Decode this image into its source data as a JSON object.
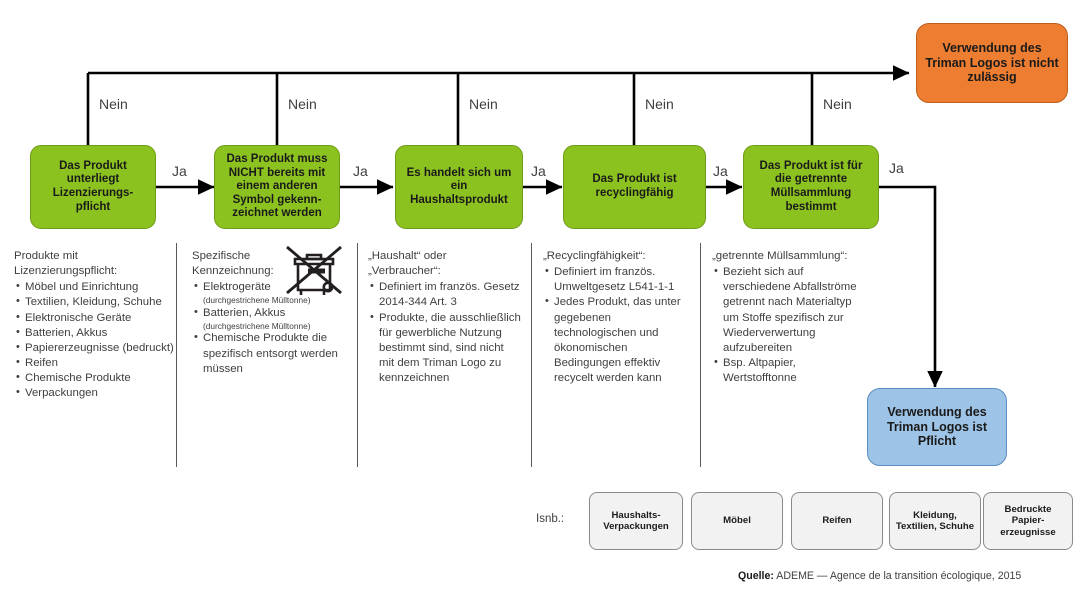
{
  "flow": {
    "decisions": [
      {
        "id": "d1",
        "text": "Das Produkt unterliegt Lizenzierungs-pflicht"
      },
      {
        "id": "d2",
        "text": "Das Produkt muss NICHT bereits mit einem anderen Symbol gekenn-zeichnet werden"
      },
      {
        "id": "d3",
        "text": "Es handelt sich um ein Haushaltsprodukt"
      },
      {
        "id": "d4",
        "text": "Das Produkt ist recyclingfähig"
      },
      {
        "id": "d5",
        "text": "Das Produkt ist für die getrennte Müllsammlung bestimmt"
      }
    ],
    "yes_labels": [
      "Ja",
      "Ja",
      "Ja",
      "Ja",
      "Ja"
    ],
    "no_labels": [
      "Nein",
      "Nein",
      "Nein",
      "Nein",
      "Nein"
    ],
    "outcome_negative": "Verwendung des Triman Logos ist nicht zulässig",
    "outcome_positive": "Verwendung des Triman Logos ist Pflicht",
    "colors": {
      "decision": "#8CC220",
      "negative": "#ED7D31",
      "positive": "#9DC3E6",
      "line": "#000000",
      "text": "#3f3f3f"
    }
  },
  "columns": [
    {
      "id": "col1",
      "head": "Produkte mit Lizenzierungspflicht:",
      "items": [
        {
          "text": "Möbel und Einrichtung"
        },
        {
          "text": "Textilien, Kleidung, Schuhe"
        },
        {
          "text": "Elektronische Geräte"
        },
        {
          "text": "Batterien, Akkus"
        },
        {
          "text": "Papiererzeugnisse (bedruckt)"
        },
        {
          "text": "Reifen"
        },
        {
          "text": "Chemische Produkte"
        },
        {
          "text": "Verpackungen"
        }
      ]
    },
    {
      "id": "col2",
      "head": "Spezifische Kennzeichnung:",
      "icon": "crossed-out-wheelie-bin-icon",
      "items": [
        {
          "text": "Elektrogeräte",
          "sub": "(durchgestrichene Mülltonne)"
        },
        {
          "text": "Batterien, Akkus",
          "sub": "(durchgestrichene Mülltonne)"
        },
        {
          "text": "Chemische Produkte die spezifisch entsorgt werden müssen"
        }
      ]
    },
    {
      "id": "col3",
      "head": "„Haushalt“ oder „Verbraucher“:",
      "items": [
        {
          "text": "Definiert im franzö­s. Gesetz 2014-344 Art. 3"
        },
        {
          "text": "Produkte, die ausschließlich für gewerbliche Nutzung bestimmt sind, sind nicht mit dem Triman Logo zu kennzeichnen"
        }
      ]
    },
    {
      "id": "col4",
      "head": "„Recyclingfähigkeit“:",
      "items": [
        {
          "text": "Definiert im franzö­s. Umweltgesetz L541-1-1"
        },
        {
          "text": "Jedes Produkt, das unter gegebenen technologischen und ökonomischen Bedingungen effektiv recycelt werden kann"
        }
      ]
    },
    {
      "id": "col5",
      "head": "„getrennte Müllsammlung“:",
      "items": [
        {
          "text": "Bezieht sich auf verschiedene Abfallströme getrennt nach Materialtyp um Stoffe spezifisch zur Wiederverwertung aufzubereiten"
        },
        {
          "text": "Bsp. Altpapier, Wertstofftonne"
        }
      ]
    }
  ],
  "isnb": {
    "label": "Isnb.:",
    "boxes": [
      {
        "text": "Haushalts-Verpackungen"
      },
      {
        "text": "Möbel"
      },
      {
        "text": "Reifen"
      },
      {
        "text": "Kleidung, Textilien, Schuhe"
      },
      {
        "text": "Bedruckte Papier-erzeugnisse"
      }
    ]
  },
  "source": {
    "prefix": "Quelle:",
    "text": " ADEME — Agence de la transition écologique, 2015"
  }
}
